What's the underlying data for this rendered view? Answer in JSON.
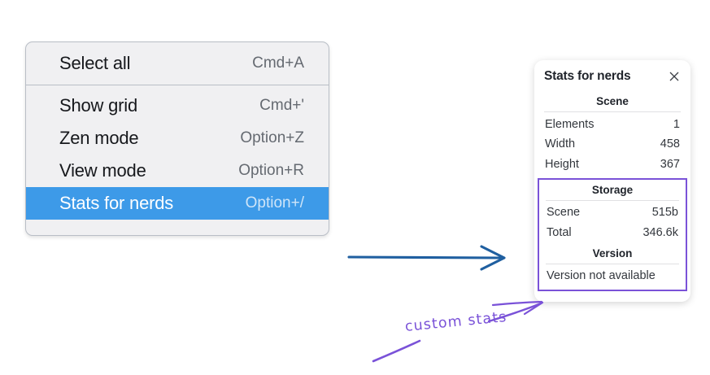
{
  "context_menu": {
    "groups": [
      {
        "items": [
          {
            "label": "Select all",
            "shortcut": "Cmd+A",
            "selected": false
          }
        ]
      },
      {
        "items": [
          {
            "label": "Show grid",
            "shortcut": "Cmd+'",
            "selected": false
          },
          {
            "label": "Zen mode",
            "shortcut": "Option+Z",
            "selected": false
          },
          {
            "label": "View mode",
            "shortcut": "Option+R",
            "selected": false
          },
          {
            "label": "Stats for nerds",
            "shortcut": "Option+/",
            "selected": true
          }
        ]
      }
    ],
    "selected_highlight_color": "#3d9ae8"
  },
  "stats_panel": {
    "title": "Stats for nerds",
    "close_icon": "close-icon",
    "scene": {
      "heading": "Scene",
      "rows": [
        {
          "label": "Elements",
          "value": "1"
        },
        {
          "label": "Width",
          "value": "458"
        },
        {
          "label": "Height",
          "value": "367"
        }
      ]
    },
    "storage": {
      "heading": "Storage",
      "rows": [
        {
          "label": "Scene",
          "value": "515b"
        },
        {
          "label": "Total",
          "value": "346.6k"
        }
      ]
    },
    "version": {
      "heading": "Version",
      "note": "Version not available"
    },
    "highlight_color": "#7a52d8"
  },
  "annotations": {
    "label": "custom stats",
    "label_color": "#7a52d8",
    "flow_arrow_color": "#1f5fa0"
  }
}
